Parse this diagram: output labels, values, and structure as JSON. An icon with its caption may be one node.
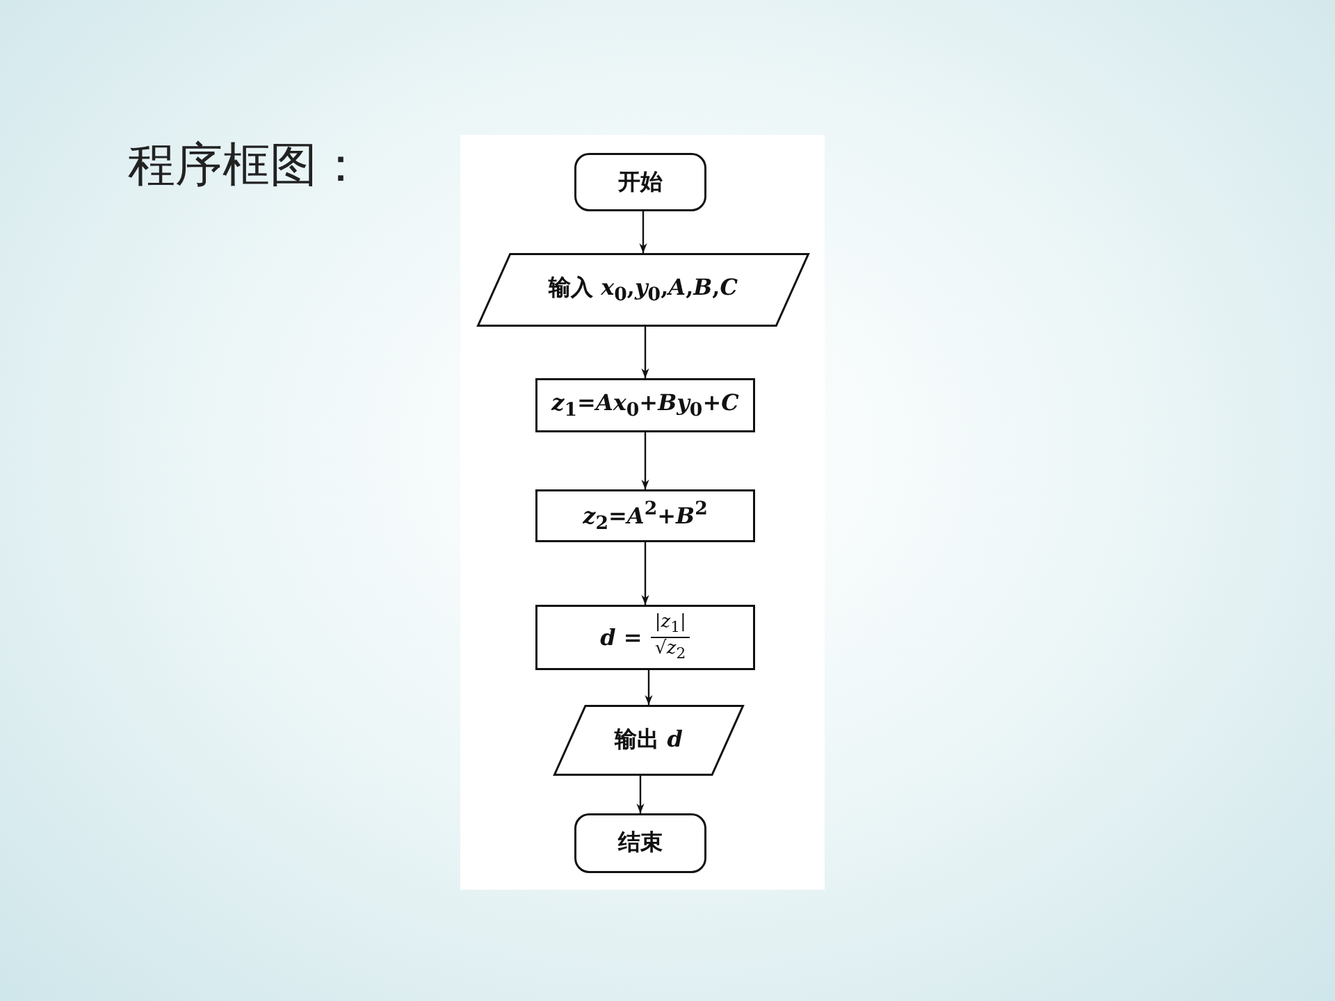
{
  "diagram": {
    "title": "程序框图：",
    "nodes": [
      {
        "text": [
          "开始"
        ]
      },
      {
        "text": [
          "输入 *x*$_{0}$,*y*$_{0}$,*A*,*B*,*C*"
        ]
      },
      {
        "text": [
          "*z*$_{1}$=*Ax*$_{0}$+*By*$_{0}$+*C*"
        ]
      },
      {
        "text": [
          "*z*$_{2}$=*A*$^{2}$+*B*$^{2}$"
        ]
      },
      {
        "text": [
          "*d* =",
          "|*z*$_{1}$|",
          "√*z*$_{2}$"
        ]
      },
      {
        "text": [
          "输出 *d*"
        ]
      },
      {
        "text": [
          "结束"
        ]
      }
    ],
    "edges": [
      {
        "from": 0,
        "to": 1,
        "arrow": "to"
      },
      {
        "from": 1,
        "to": 2,
        "arrow": "to"
      },
      {
        "from": 2,
        "to": 3,
        "arrow": "to"
      },
      {
        "from": 3,
        "to": 4,
        "arrow": "to"
      },
      {
        "from": 4,
        "to": 5,
        "arrow": "to"
      },
      {
        "from": 5,
        "to": 6,
        "arrow": "to"
      }
    ]
  }
}
